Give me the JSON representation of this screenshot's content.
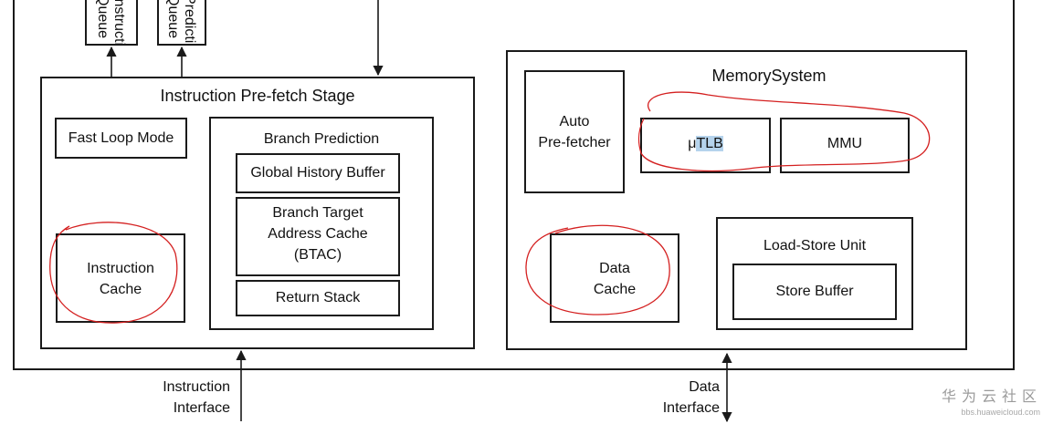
{
  "top_boxes": {
    "left_label": "Instruction\nQueue",
    "right_label": "Prediction\nQueue"
  },
  "prefetch": {
    "title": "Instruction Pre-fetch Stage",
    "fast_loop": "Fast Loop Mode",
    "instruction_cache": "Instruction\nCache",
    "branch_prediction": {
      "title": "Branch Prediction",
      "ghb": "Global History Buffer",
      "btac": "Branch Target\nAddress Cache\n(BTAC)",
      "return_stack": "Return Stack"
    }
  },
  "memory": {
    "title": "MemorySystem",
    "auto_prefetcher": "Auto\nPre-fetcher",
    "utlb_prefix": "μ",
    "utlb_highlight": "TLB",
    "mmu": "MMU",
    "data_cache": "Data\nCache",
    "load_store": {
      "title": "Load-Store Unit",
      "store_buffer": "Store Buffer"
    }
  },
  "interfaces": {
    "instruction": "Instruction\nInterface",
    "data": "Data\nInterface"
  },
  "watermark": {
    "main": "华为云社区",
    "sub": "bbs.huaweicloud.com"
  },
  "colors": {
    "annotation": "#d42020",
    "highlight": "#b5d3ec"
  }
}
